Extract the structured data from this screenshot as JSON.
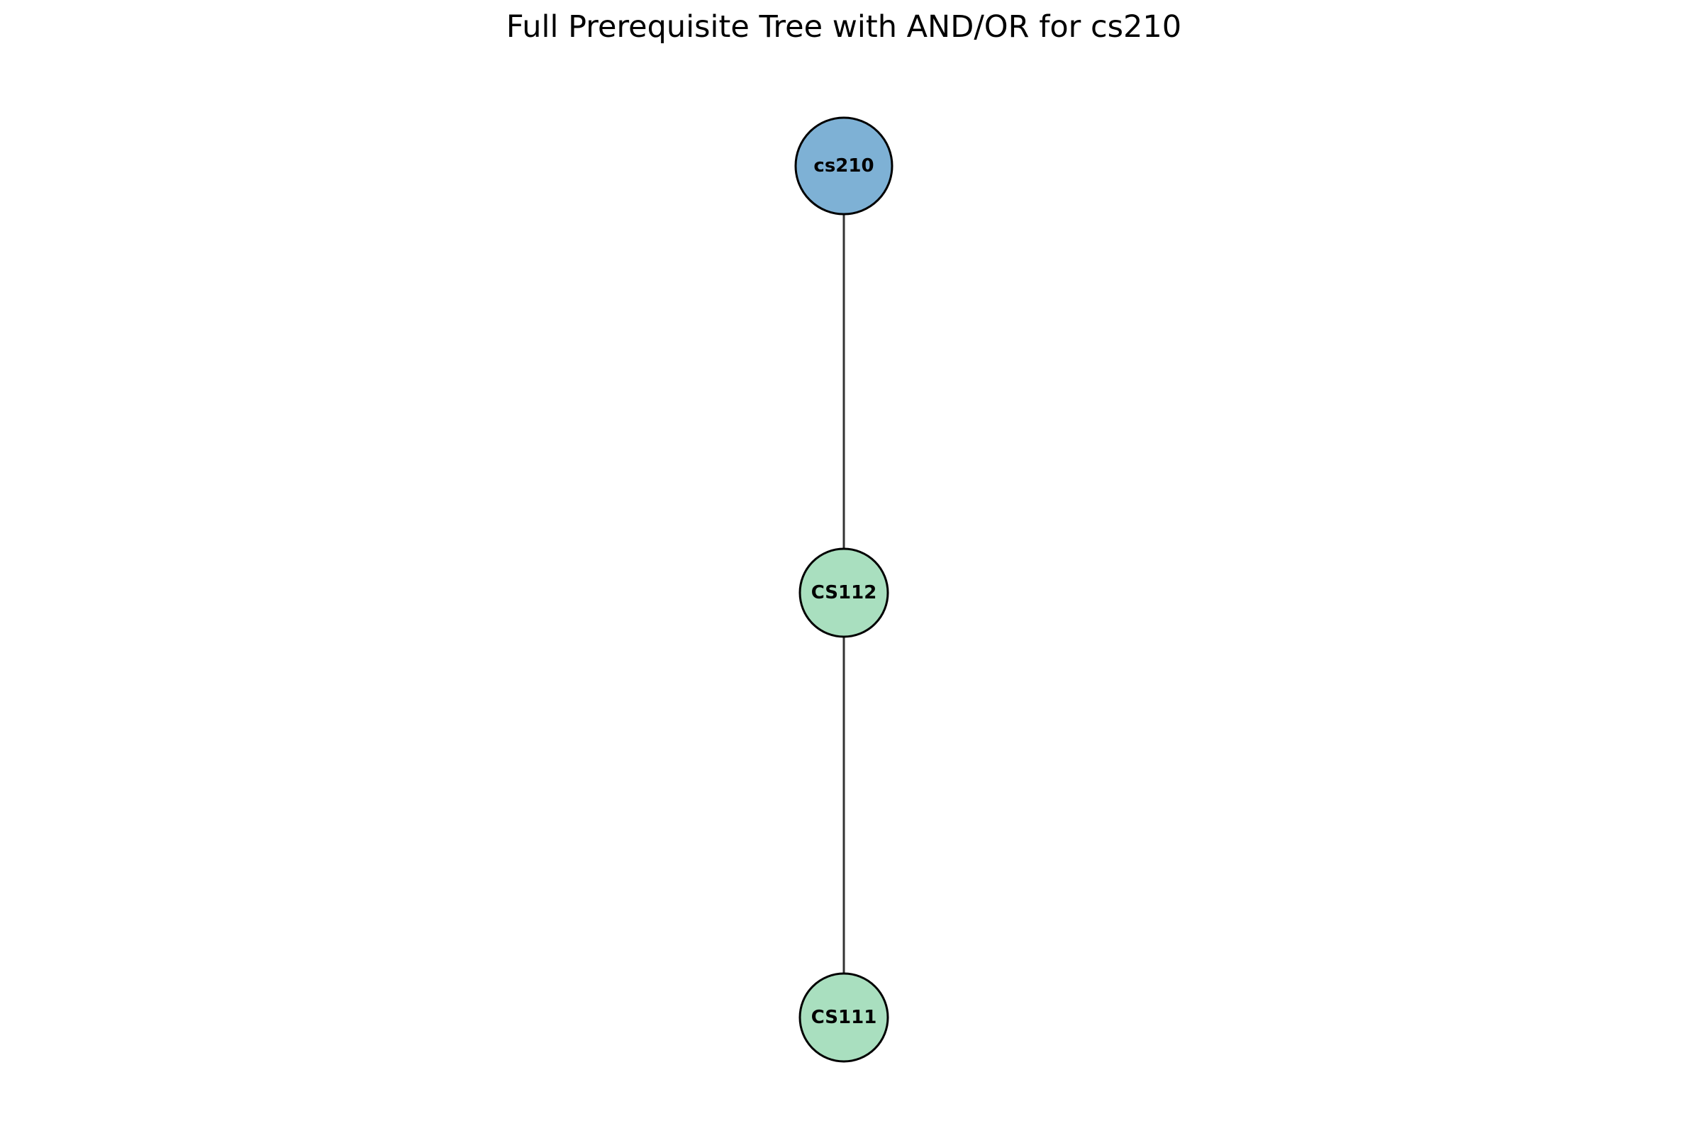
{
  "diagram": {
    "title": "Full Prerequisite Tree with AND/OR for cs210",
    "nodes": [
      {
        "id": "cs210",
        "label": "cs210",
        "color": "#7EB1D5",
        "kind": "target"
      },
      {
        "id": "CS112",
        "label": "CS112",
        "color": "#A9DFBF",
        "kind": "prerequisite"
      },
      {
        "id": "CS111",
        "label": "CS111",
        "color": "#A9DFBF",
        "kind": "prerequisite"
      }
    ],
    "edges": [
      {
        "from": "cs210",
        "to": "CS112"
      },
      {
        "from": "CS112",
        "to": "CS111"
      }
    ]
  }
}
